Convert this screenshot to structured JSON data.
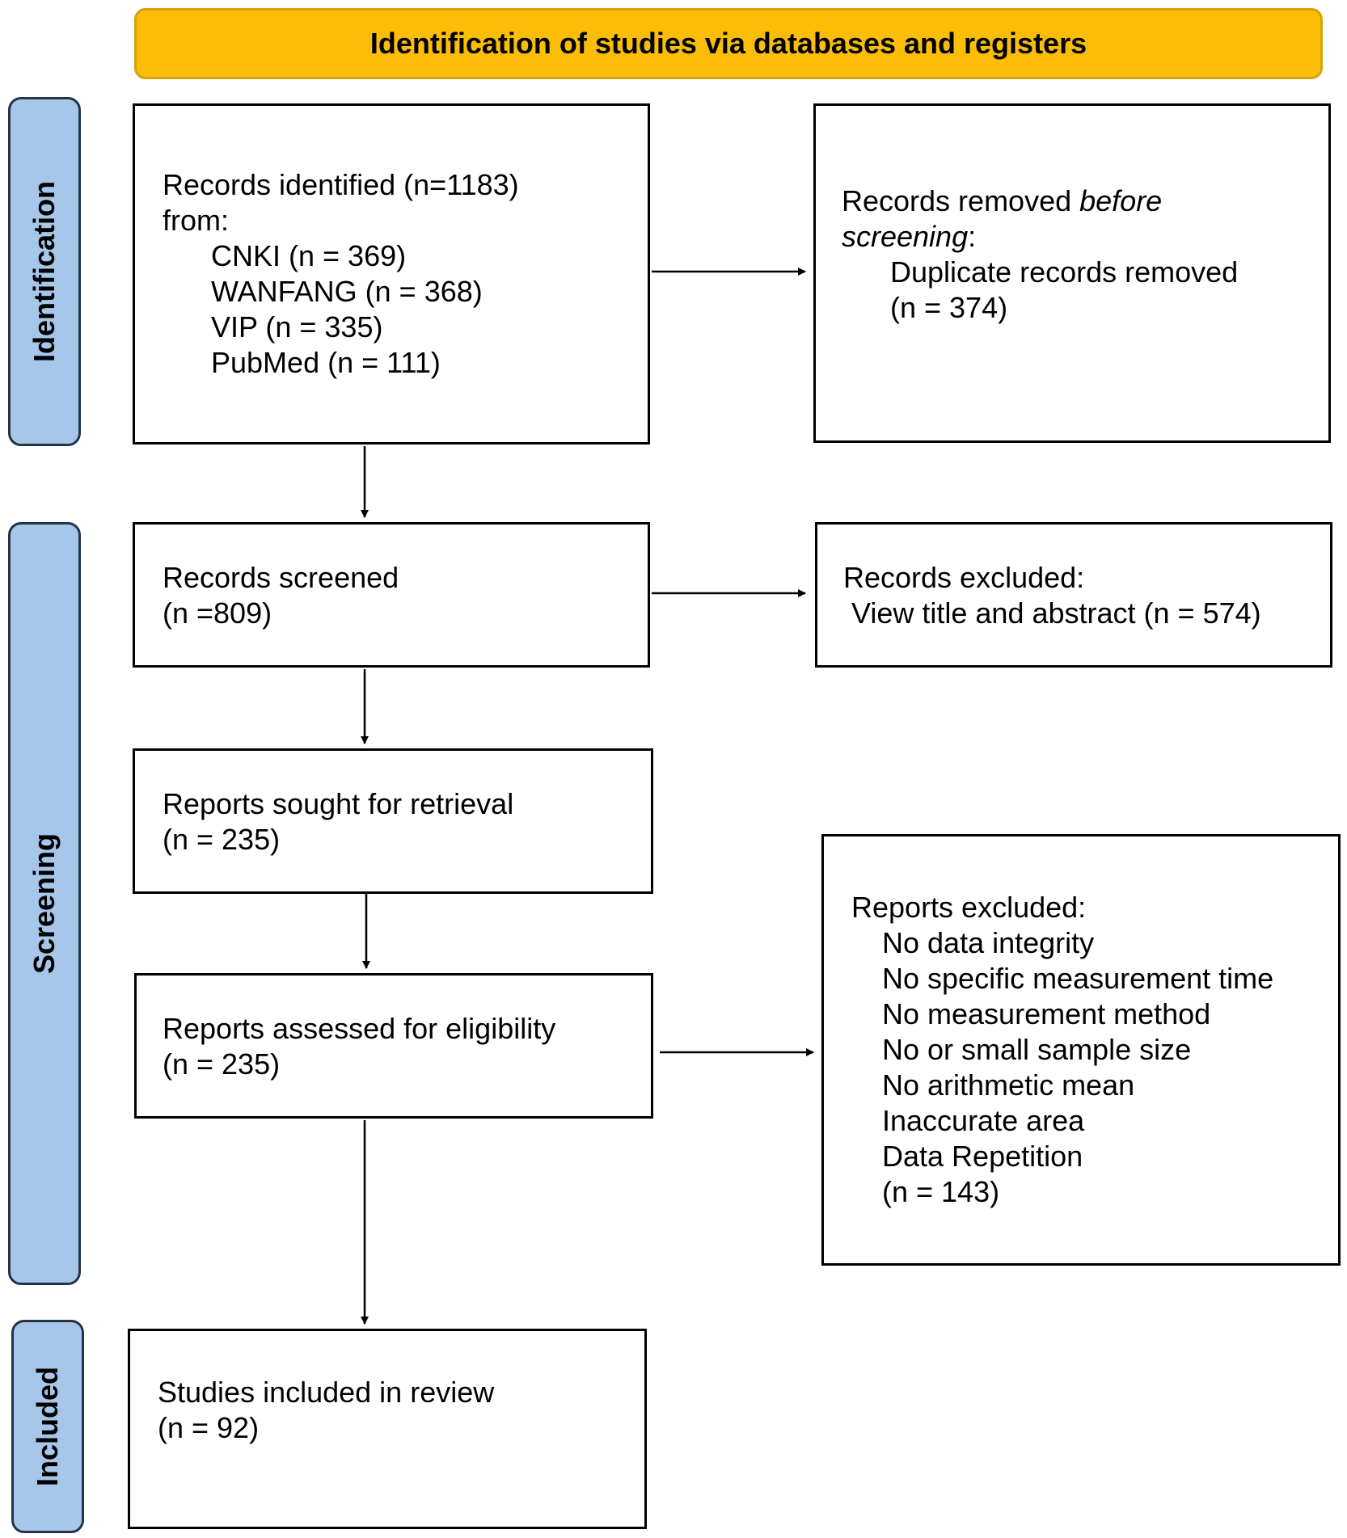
{
  "header": {
    "title": "Identification of studies via databases and registers"
  },
  "phases": {
    "identification": "Identification",
    "screening": "Screening",
    "included": "Included"
  },
  "identified": {
    "title": "Records identified (n=1183)",
    "from": "from:",
    "sources": [
      "CNKI (n = 369)",
      "WANFANG (n = 368)",
      "VIP (n = 335)",
      "PubMed (n = 111)"
    ]
  },
  "removed": {
    "prefix": "Records removed ",
    "italic1": "before",
    "italic2": "screening",
    "suffix": ":",
    "item": "Duplicate records removed",
    "count": "(n = 374)"
  },
  "screened": {
    "title": "Records screened",
    "count": "(n =809)"
  },
  "excluded": {
    "title": "Records excluded:",
    "reason": "View title and abstract (n = 574)"
  },
  "sought": {
    "title": "Reports sought for retrieval",
    "count": "(n = 235)"
  },
  "assessed": {
    "title": "Reports assessed for eligibility",
    "count": "(n = 235)"
  },
  "reports_excluded": {
    "title": "Reports excluded:",
    "reasons": [
      "No data integrity",
      "No specific measurement time",
      "No measurement method",
      "No or small sample size",
      "No arithmetic mean",
      "Inaccurate area",
      "Data Repetition"
    ],
    "count": "(n = 143)"
  },
  "included_box": {
    "title": "Studies included in review",
    "count": "(n = 92)"
  },
  "colors": {
    "header_fill": "#fcbd07",
    "phase_fill": "#a6c7ea",
    "phase_border": "#233447"
  }
}
